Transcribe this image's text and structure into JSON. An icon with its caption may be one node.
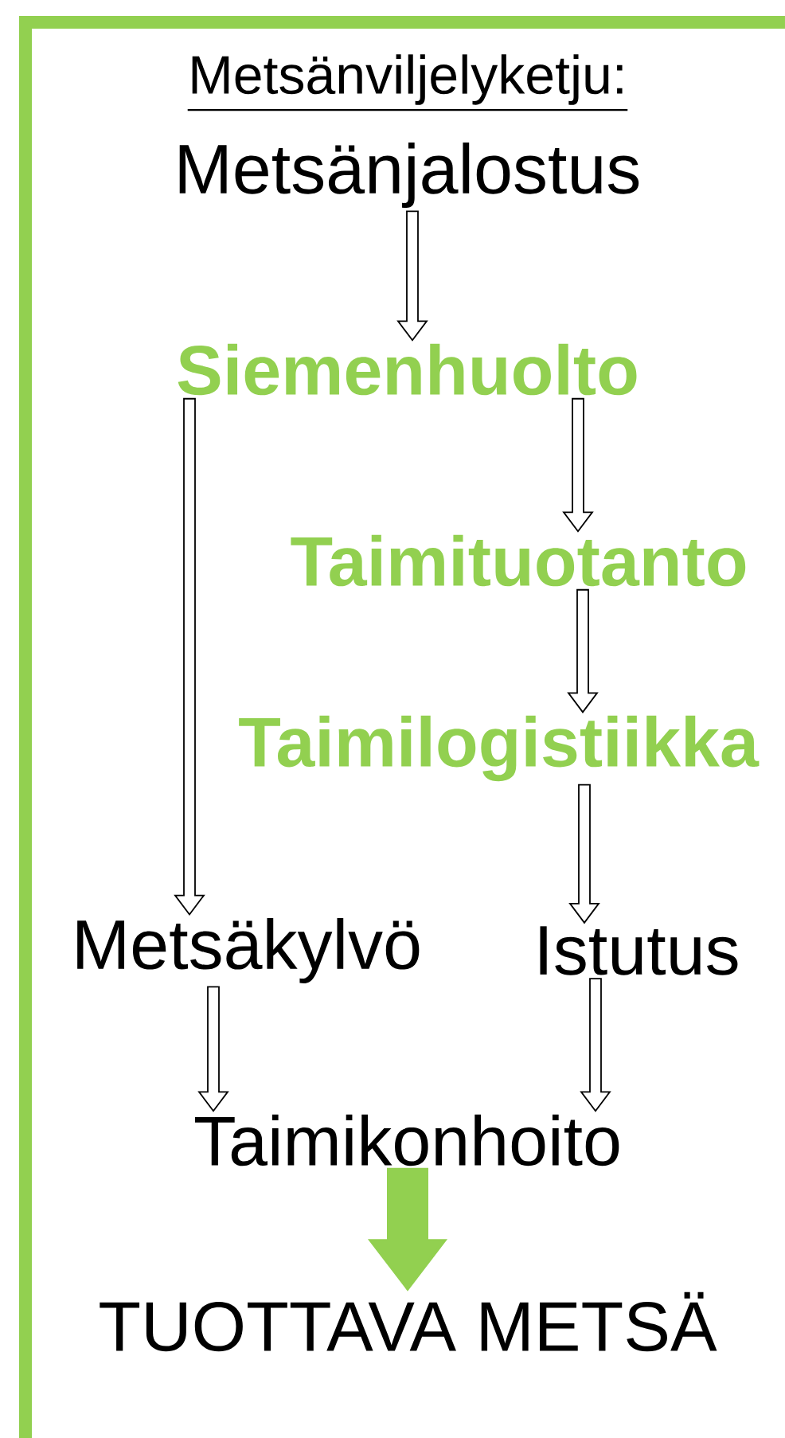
{
  "diagram": {
    "title": "Metsänviljelyketju:",
    "nodes": [
      {
        "text": [
          "Metsänjalostus"
        ]
      },
      {
        "text": [
          "Siemenhuolto"
        ]
      },
      {
        "text": [
          "Taimituotanto"
        ]
      },
      {
        "text": [
          "Taimilogistiikka"
        ]
      },
      {
        "text": [
          "Metsäkylvö"
        ]
      },
      {
        "text": [
          "Istutus"
        ]
      },
      {
        "text": [
          "Taimikonhoito"
        ]
      },
      {
        "text": [
          "TUOTTAVA METSÄ"
        ]
      }
    ],
    "edges": [
      {
        "from": 0,
        "to": 1,
        "arrow": "to"
      },
      {
        "from": 1,
        "to": 4,
        "arrow": "to"
      },
      {
        "from": 1,
        "to": 2,
        "arrow": "to"
      },
      {
        "from": 2,
        "to": 3,
        "arrow": "to"
      },
      {
        "from": 3,
        "to": 5,
        "arrow": "to"
      },
      {
        "from": 4,
        "to": 6,
        "arrow": "to"
      },
      {
        "from": 5,
        "to": 6,
        "arrow": "to"
      },
      {
        "from": 6,
        "to": 7,
        "arrow": "to",
        "style": "thick",
        "color": "#92d050"
      }
    ]
  }
}
